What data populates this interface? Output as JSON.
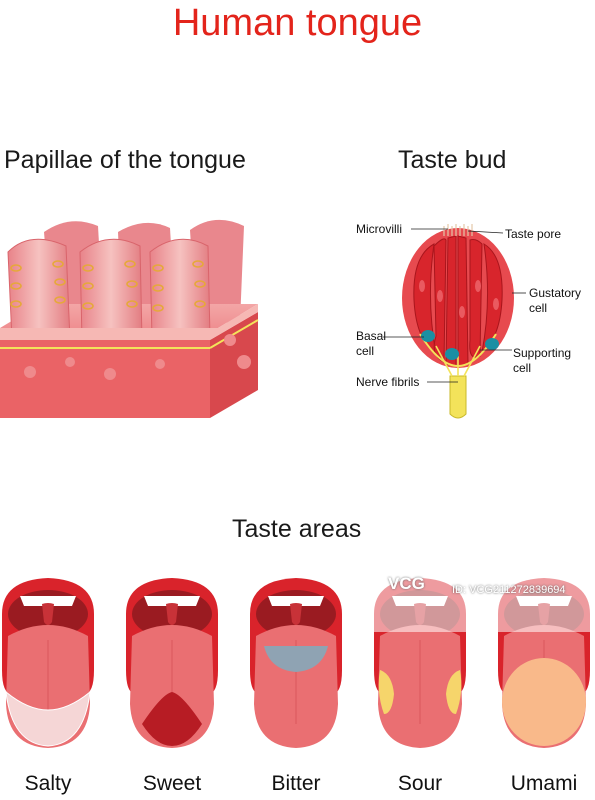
{
  "title": "Human tongue",
  "sections": {
    "papillae": "Papillae of the tongue",
    "taste_bud": "Taste bud",
    "taste_areas": "Taste areas"
  },
  "taste_bud_labels": {
    "microvilli": "Microvilli",
    "taste_pore": "Taste pore",
    "gustatory_1": "Gustatory",
    "gustatory_2": "cell",
    "basal_1": "Basal",
    "basal_2": "cell",
    "supporting_1": "Supporting",
    "supporting_2": "cell",
    "nerve": "Nerve fibrils"
  },
  "tongues": [
    {
      "label": "Salty",
      "area": "salty",
      "area_color": "#f5d6d6"
    },
    {
      "label": "Sweet",
      "area": "sweet",
      "area_color": "#b71c24"
    },
    {
      "label": "Bitter",
      "area": "bitter",
      "area_color": "#8fa3b3"
    },
    {
      "label": "Sour",
      "area": "sour",
      "area_color": "#f6d56b"
    },
    {
      "label": "Umami",
      "area": "umami",
      "area_color": "#f9b98a"
    }
  ],
  "watermark": {
    "logo": "VCG",
    "id": "ID: VCG211272839694"
  },
  "colors": {
    "title": "#e3241b",
    "lips": "#d9232b",
    "tongue": "#ea6f72",
    "cell_red": "#d8252c",
    "basal_teal": "#1a8fa3",
    "nerve_yellow": "#f3e35a"
  }
}
